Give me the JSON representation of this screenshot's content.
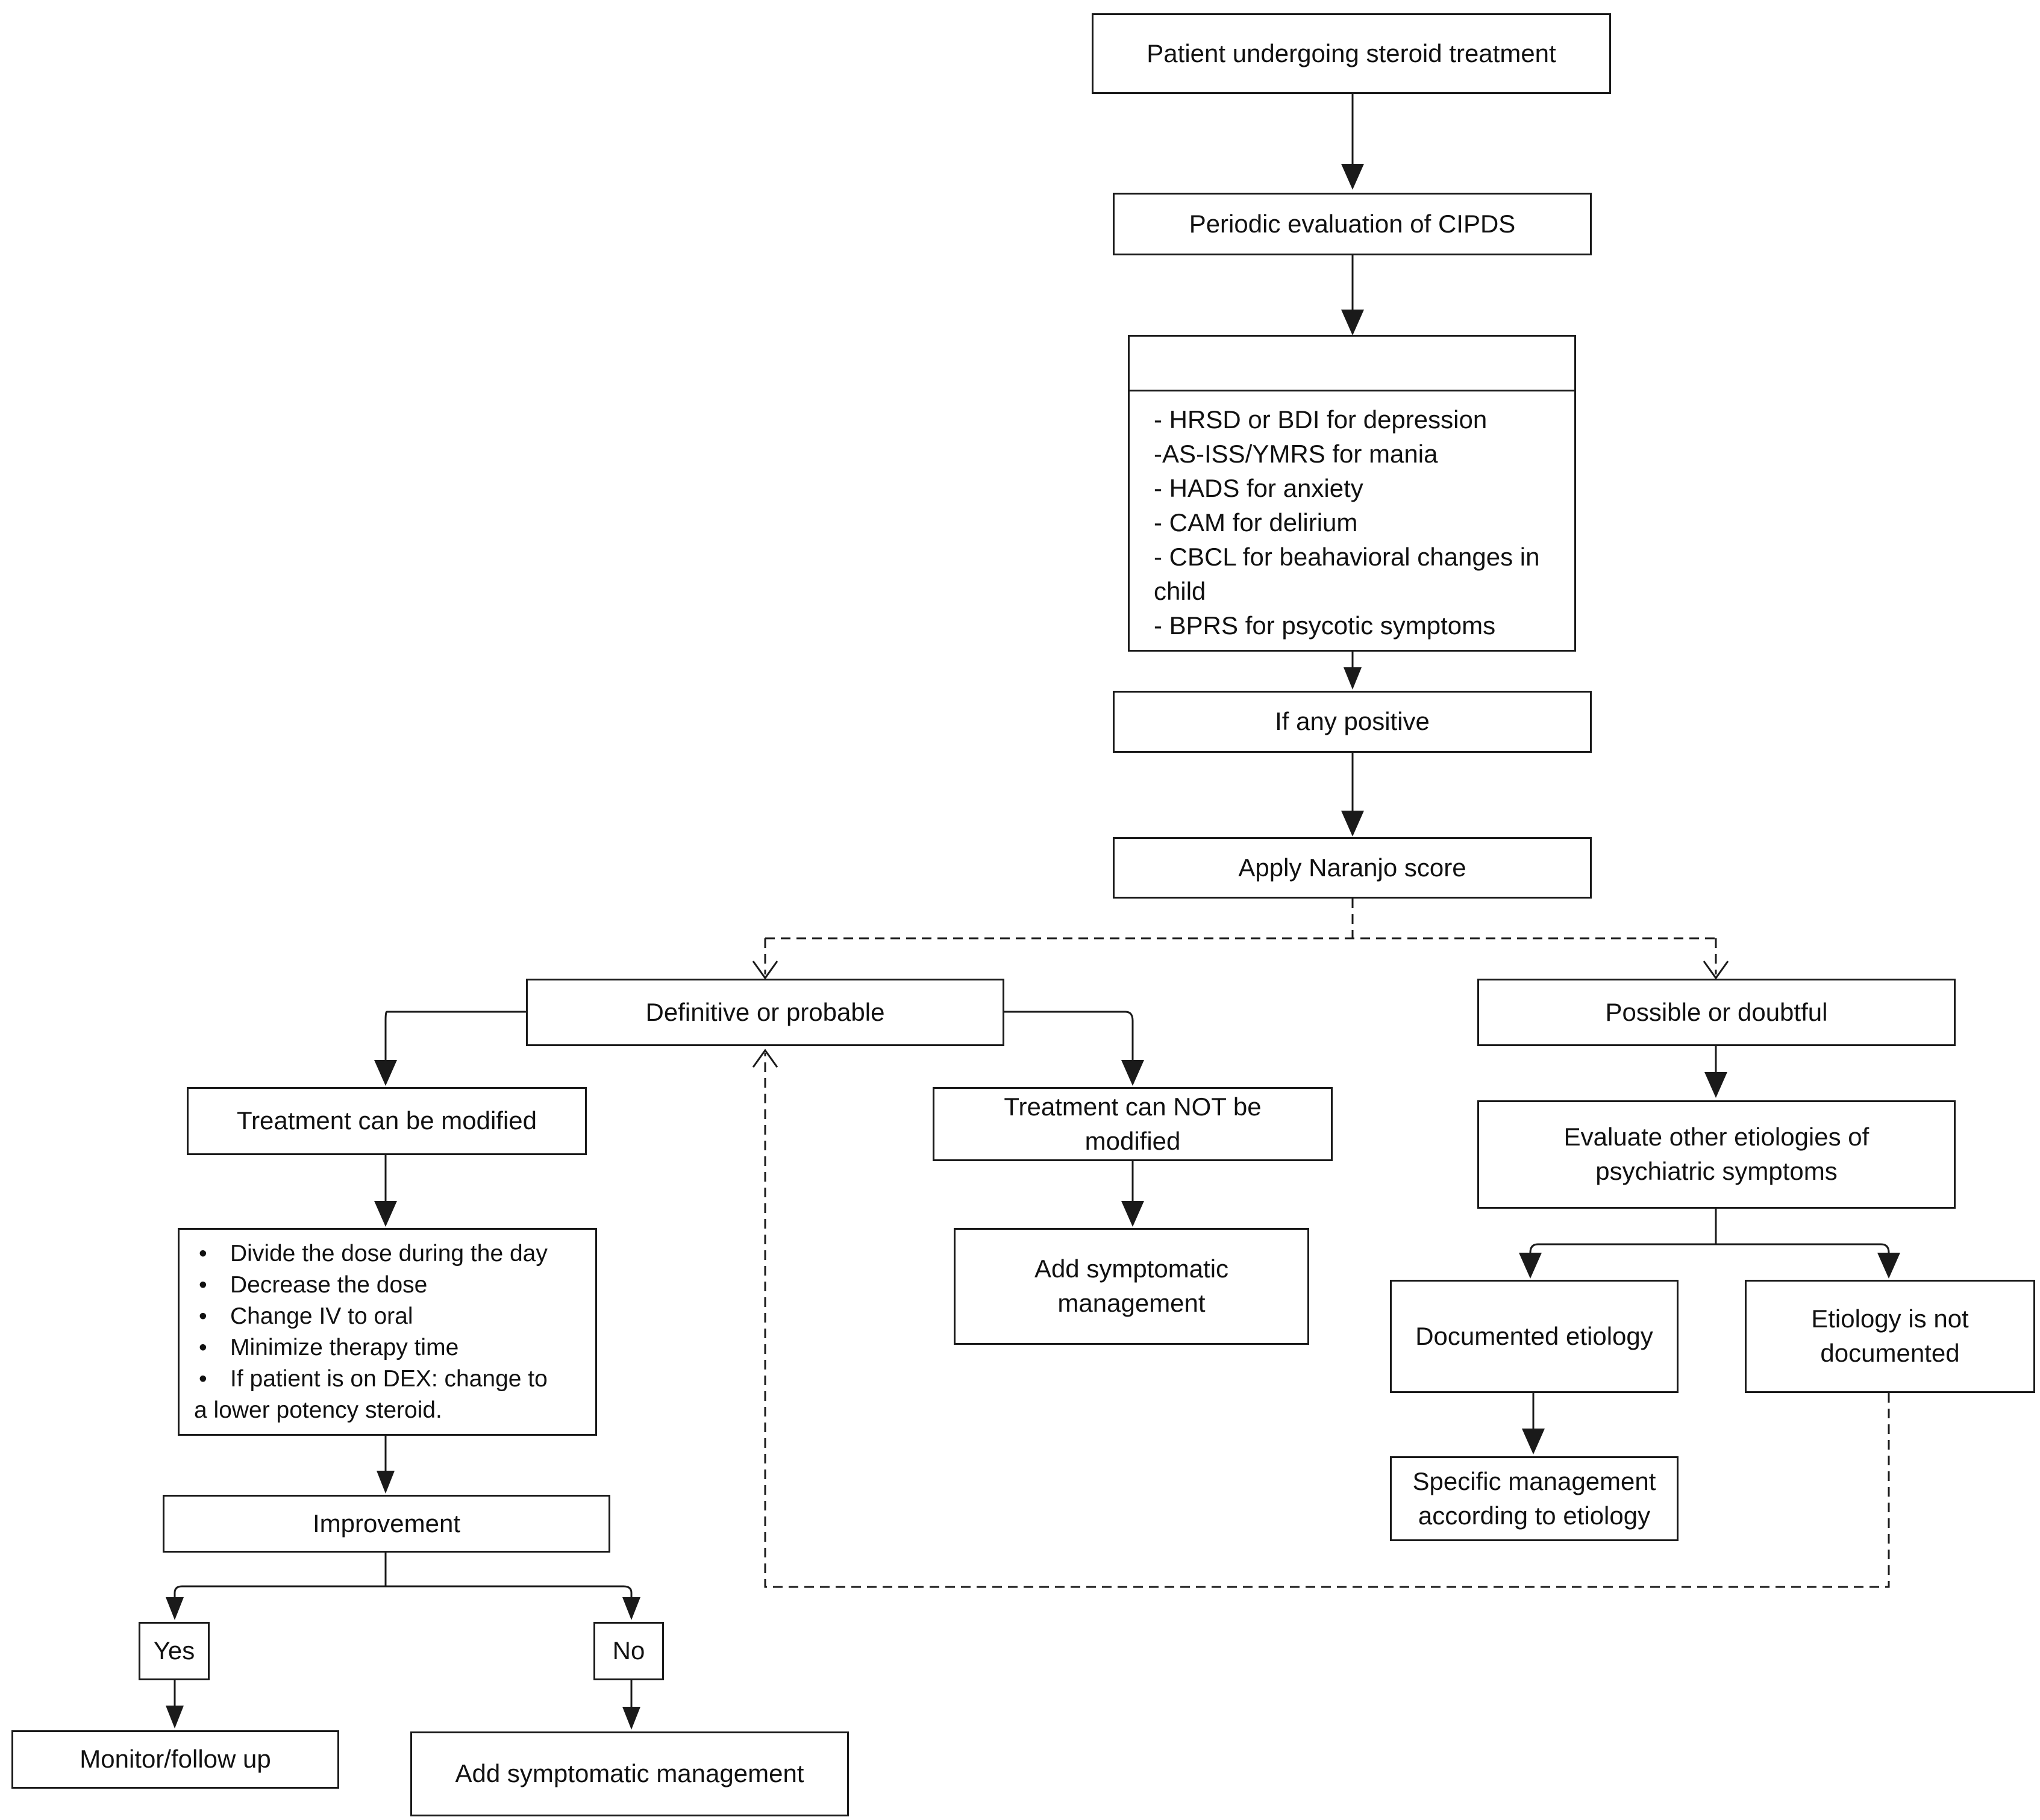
{
  "nodes": {
    "start": "Patient undergoing steroid treatment",
    "periodic_eval": "Periodic evaluation of CIPDS",
    "scales": [
      "- HRSD or BDI for depression",
      "-AS-ISS/YMRS for mania",
      "- HADS for anxiety",
      "- CAM for delirium",
      "- CBCL for beahavioral changes in",
      "child",
      "- BPRS for psycotic symptoms"
    ],
    "if_positive": "If any positive",
    "naranjo": "Apply Naranjo score",
    "definitive": "Definitive or probable",
    "possible": "Possible or doubtful",
    "tx_modified": "Treatment can be modified",
    "tx_not_modified": [
      "Treatment can NOT be",
      "modified"
    ],
    "modifications": [
      "Divide the dose during the day",
      "Decrease the dose",
      "Change IV to oral",
      "Minimize therapy time",
      "If patient is on DEX: change to"
    ],
    "modifications_cont": "a lower potency steroid.",
    "add_symptomatic_mid": [
      "Add symptomatic",
      "management"
    ],
    "evaluate_other": [
      "Evaluate other etiologies of",
      "psychiatric symptoms"
    ],
    "documented": "Documented etiology",
    "not_documented": [
      "Etiology is not",
      "documented"
    ],
    "specific_mgmt": [
      "Specific management",
      "according to etiology"
    ],
    "improvement": "Improvement",
    "yes": "Yes",
    "no": "No",
    "monitor": "Monitor/follow up",
    "add_symptomatic_bottom": "Add symptomatic management",
    "bullet_glyph": "•"
  }
}
